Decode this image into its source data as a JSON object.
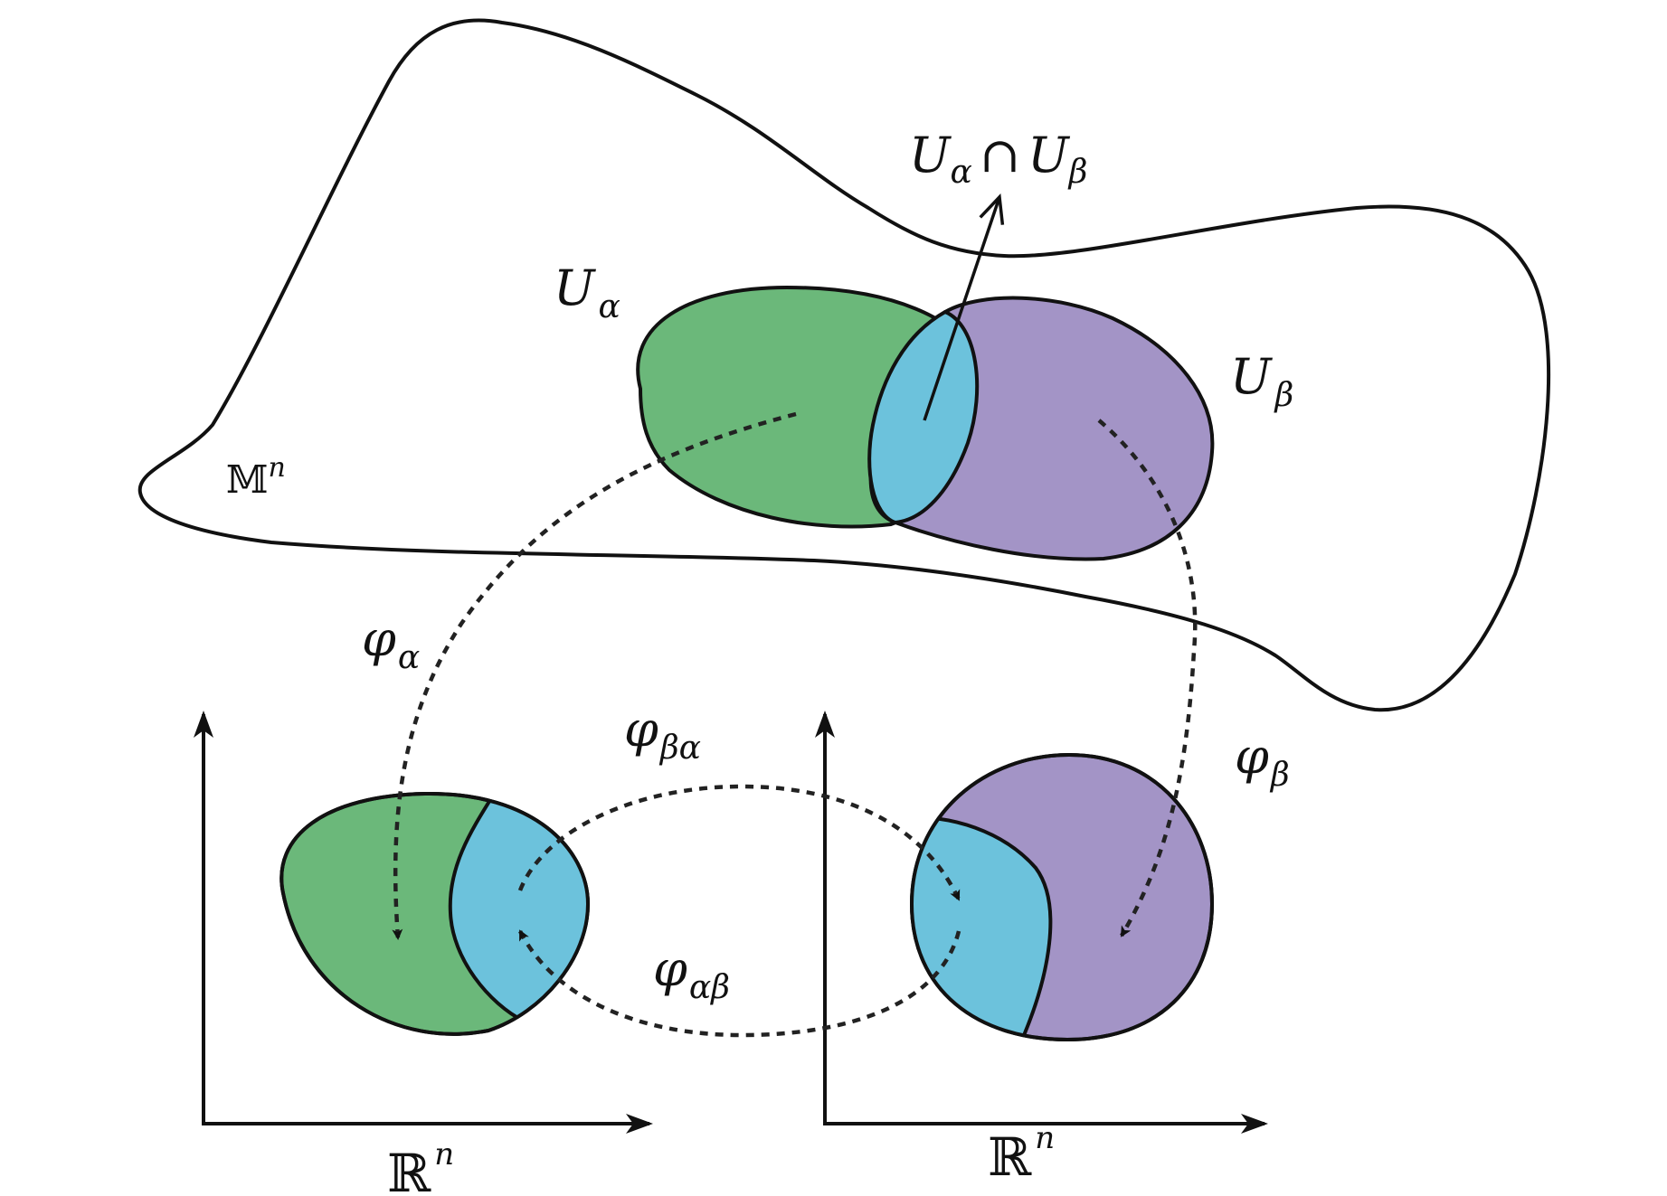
{
  "colors": {
    "chart_alpha": "#6bb87a",
    "chart_beta": "#a394c6",
    "intersection": "#6cc2dc",
    "outline": "#111111",
    "manifold_label": "#6b5a4a"
  },
  "labels": {
    "manifold": {
      "symbol": "𝕄",
      "sup": "n"
    },
    "u_alpha": {
      "base": "U",
      "sub": "α"
    },
    "u_beta": {
      "base": "U",
      "sub": "β"
    },
    "intersection": {
      "base1": "U",
      "sub1": "α",
      "cap": "∩",
      "base2": "U",
      "sub2": "β"
    },
    "phi_alpha": {
      "base": "φ",
      "sub": "α"
    },
    "phi_beta": {
      "base": "φ",
      "sub": "β"
    },
    "phi_beta_alpha": {
      "base": "φ",
      "sub": "βα"
    },
    "phi_alpha_beta": {
      "base": "φ",
      "sub": "αβ"
    },
    "rn_left": {
      "base": "ℝ",
      "sup": "n"
    },
    "rn_right": {
      "base": "ℝ",
      "sup": "n"
    }
  }
}
